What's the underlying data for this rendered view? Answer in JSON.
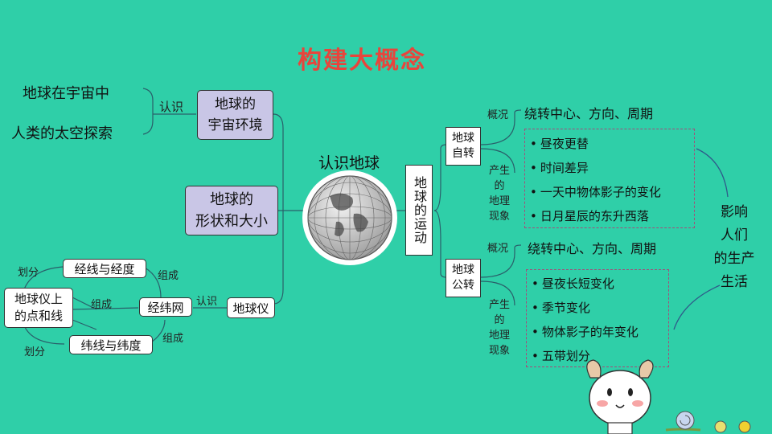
{
  "title": "构建大概念",
  "center": {
    "label": "认识地球"
  },
  "left": {
    "top_items": [
      "地球在宇宙中",
      "人类的太空探索"
    ],
    "top_link": "认识",
    "universe_box": "地球的\n宇宙环境",
    "shape_box": "地球的\n形状和大小",
    "globe_group": {
      "points_lines": "地球仪上\n的点和线",
      "divide1": "划分",
      "divide2": "划分",
      "meridian": "经线与经度",
      "parallel": "纬线与纬度",
      "compose1": "组成",
      "compose2": "组成",
      "compose3": "组成",
      "grid": "经纬网",
      "know": "认识",
      "globe_box": "地球仪"
    }
  },
  "right": {
    "motion_box": "地球的运动",
    "rotation": {
      "box": "地球\n自转",
      "overview_label": "概况",
      "overview": "绕转中心、方向、周期",
      "phen_label": "产生\n的\n地理\n现象",
      "items": [
        "昼夜更替",
        "时间差异",
        "一天中物体影子的变化",
        "日月星辰的东升西落"
      ]
    },
    "revolution": {
      "box": "地球\n公转",
      "overview_label": "概况",
      "overview": "绕转中心、方向、周期",
      "phen_label": "产生\n的\n地理\n现象",
      "items": [
        "昼夜长短变化",
        "季节变化",
        "物体影子的年变化",
        "五带划分"
      ]
    },
    "impact": "影响\n人们\n的生产\n生活"
  },
  "colors": {
    "background": "#2fcfa8",
    "title": "#e8453c",
    "purple_box": "#c9c6e6",
    "dash": "#a44d7a",
    "arrow": "#2f5a8a"
  }
}
